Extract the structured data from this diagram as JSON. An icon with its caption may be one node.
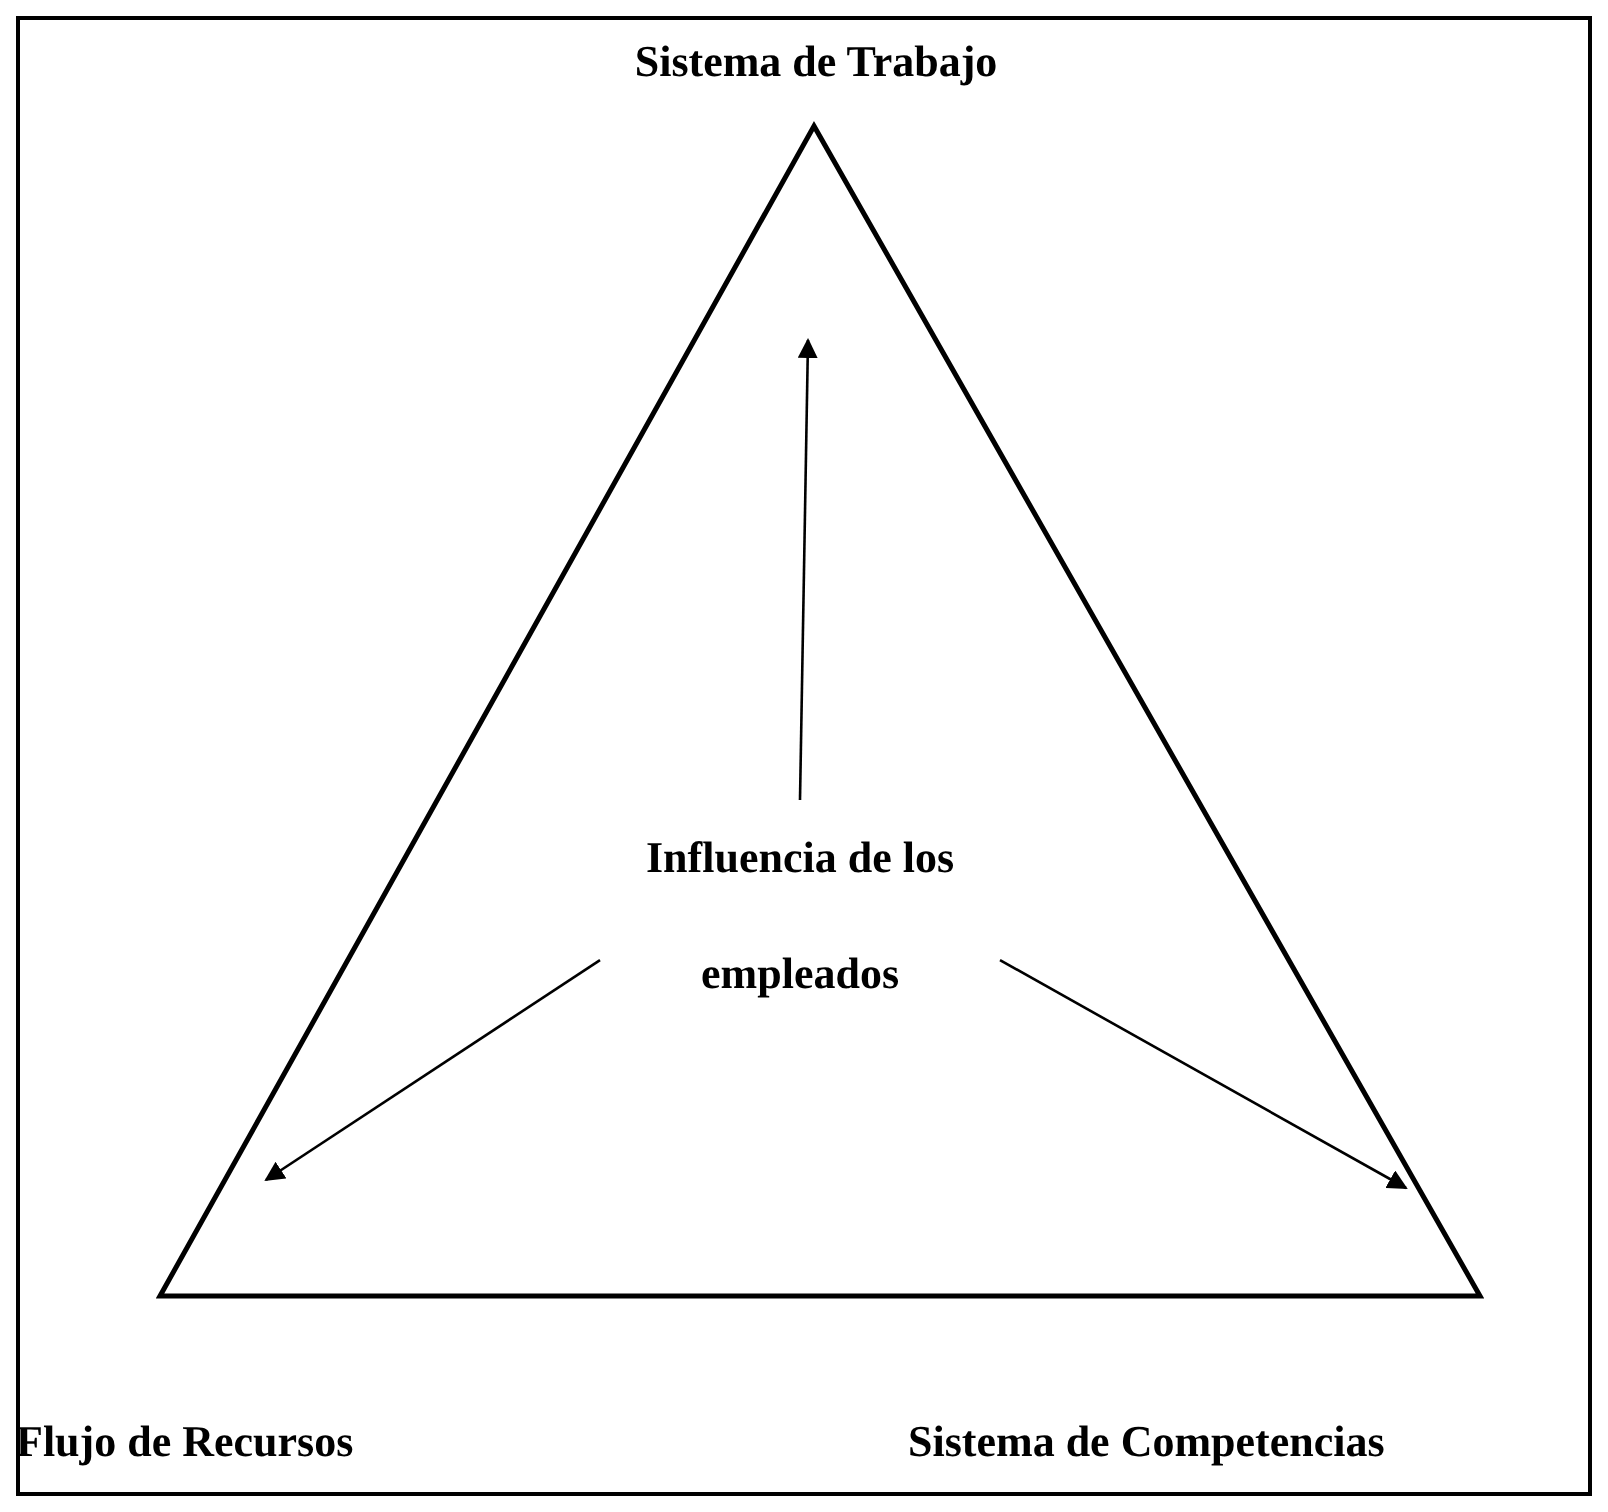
{
  "diagram": {
    "nodes": [
      {
        "text": [],
        "shape": "triangle"
      },
      {
        "text": [
          "Influencia de los empleados"
        ],
        "in": 0
      }
    ],
    "edges": [
      {
        "from": 1,
        "to": null,
        "arrow": "to"
      },
      {
        "from": 1,
        "to": null,
        "arrow": "to"
      },
      {
        "from": 1,
        "to": null,
        "arrow": "to"
      }
    ],
    "labels": [
      "Sistema de Trabajo",
      "Flujo de Recursos",
      "Sistema de Competencias"
    ]
  }
}
